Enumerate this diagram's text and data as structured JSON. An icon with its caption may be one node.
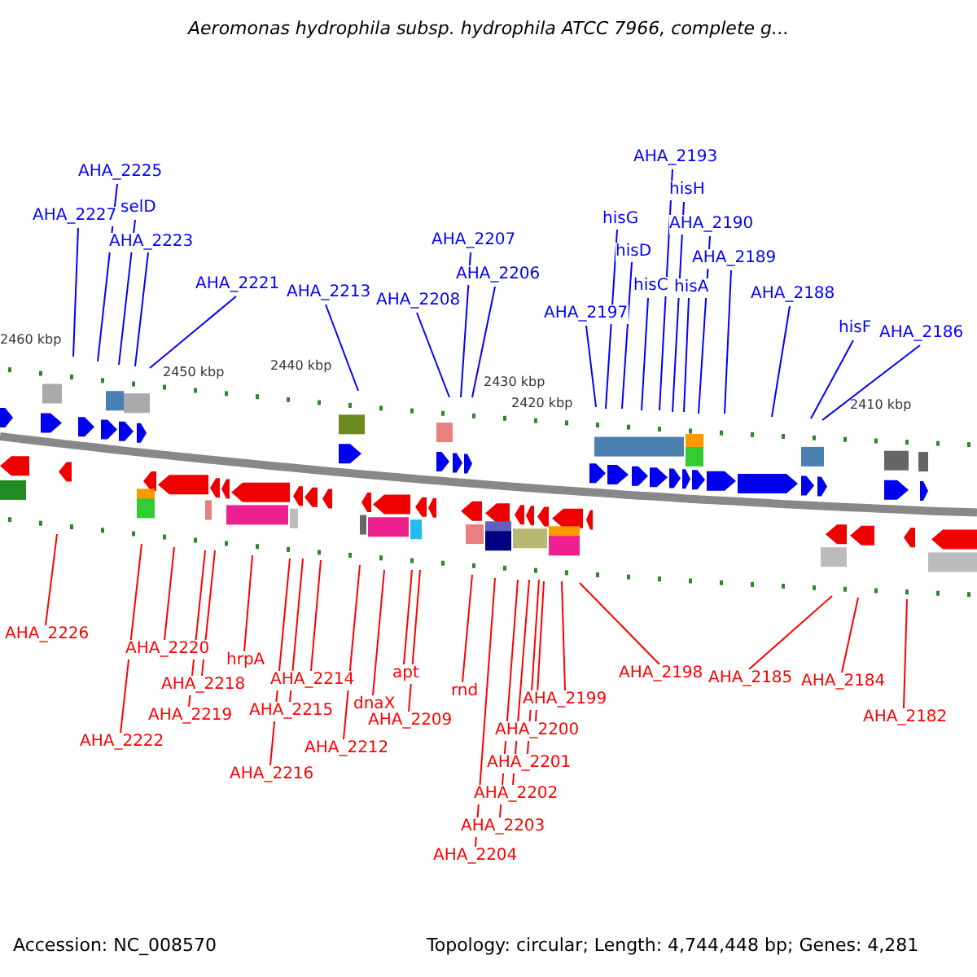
{
  "diagram": {
    "title": "Aeromonas hydrophila subsp. hydrophila ATCC 7966, complete g...",
    "nodes": [
      {
        "text": [
          "AHA_2193"
        ]
      },
      {
        "text": [
          "AHA_2225"
        ]
      },
      {
        "text": [
          "hisH"
        ]
      },
      {
        "text": [
          "selD"
        ]
      },
      {
        "text": [
          "AHA_2227"
        ]
      },
      {
        "text": [
          "hisG"
        ]
      },
      {
        "text": [
          "AHA_2190"
        ]
      },
      {
        "text": [
          "AHA_2207"
        ]
      },
      {
        "text": [
          "AHA_2223"
        ]
      },
      {
        "text": [
          "hisD"
        ]
      },
      {
        "text": [
          "AHA_2189"
        ]
      },
      {
        "text": [
          "AHA_2206"
        ]
      },
      {
        "text": [
          "AHA_2221"
        ]
      },
      {
        "text": [
          "hisC"
        ]
      },
      {
        "text": [
          "hisA"
        ]
      },
      {
        "text": [
          "AHA_2213"
        ]
      },
      {
        "text": [
          "AHA_2188"
        ]
      },
      {
        "text": [
          "AHA_2208"
        ]
      },
      {
        "text": [
          "AHA_2197"
        ]
      },
      {
        "text": [
          "hisF"
        ]
      },
      {
        "text": [
          "AHA_2186"
        ]
      },
      {
        "text": [
          "AHA_2226"
        ]
      },
      {
        "text": [
          "AHA_2220"
        ]
      },
      {
        "text": [
          "hrpA"
        ]
      },
      {
        "text": [
          "AHA_2198"
        ]
      },
      {
        "text": [
          "AHA_2185"
        ]
      },
      {
        "text": [
          "apt"
        ]
      },
      {
        "text": [
          "AHA_2214"
        ]
      },
      {
        "text": [
          "AHA_2184"
        ]
      },
      {
        "text": [
          "AHA_2218"
        ]
      },
      {
        "text": [
          "rnd"
        ]
      },
      {
        "text": [
          "AHA_2199"
        ]
      },
      {
        "text": [
          "dnaX"
        ]
      },
      {
        "text": [
          "AHA_2215"
        ]
      },
      {
        "text": [
          "AHA_2219"
        ]
      },
      {
        "text": [
          "AHA_2182"
        ]
      },
      {
        "text": [
          "AHA_2209"
        ]
      },
      {
        "text": [
          "AHA_2200"
        ]
      },
      {
        "text": [
          "AHA_2222"
        ]
      },
      {
        "text": [
          "AHA_2212"
        ]
      },
      {
        "text": [
          "AHA_2201"
        ]
      },
      {
        "text": [
          "AHA_2216"
        ]
      },
      {
        "text": [
          "AHA_2202"
        ]
      },
      {
        "text": [
          "AHA_2203"
        ]
      },
      {
        "text": [
          "AHA_2204"
        ]
      }
    ],
    "edges": [
      {
        "from": 0,
        "to": null,
        "arrow": "none",
        "color": "#0000ff"
      },
      {
        "from": 1,
        "to": null,
        "arrow": "none",
        "color": "#0000ff"
      },
      {
        "from": 2,
        "to": null,
        "arrow": "none",
        "color": "#0000ff"
      },
      {
        "from": 3,
        "to": null,
        "arrow": "none",
        "color": "#0000ff"
      },
      {
        "from": 4,
        "to": null,
        "arrow": "none",
        "color": "#0000ff"
      },
      {
        "from": 5,
        "to": null,
        "arrow": "none",
        "color": "#0000ff"
      },
      {
        "from": 6,
        "to": null,
        "arrow": "none",
        "color": "#0000ff"
      },
      {
        "from": 7,
        "to": null,
        "arrow": "none",
        "color": "#0000ff"
      },
      {
        "from": 8,
        "to": null,
        "arrow": "none",
        "color": "#0000ff"
      },
      {
        "from": 9,
        "to": null,
        "arrow": "none",
        "color": "#0000ff"
      },
      {
        "from": 10,
        "to": null,
        "arrow": "none",
        "color": "#0000ff"
      },
      {
        "from": 11,
        "to": null,
        "arrow": "none",
        "color": "#0000ff"
      },
      {
        "from": 12,
        "to": null,
        "arrow": "none",
        "color": "#0000ff"
      },
      {
        "from": 13,
        "to": null,
        "arrow": "none",
        "color": "#0000ff"
      },
      {
        "from": 14,
        "to": null,
        "arrow": "none",
        "color": "#0000ff"
      },
      {
        "from": 15,
        "to": null,
        "arrow": "none",
        "color": "#0000ff"
      },
      {
        "from": 16,
        "to": null,
        "arrow": "none",
        "color": "#0000ff"
      },
      {
        "from": 17,
        "to": null,
        "arrow": "none",
        "color": "#0000ff"
      },
      {
        "from": 18,
        "to": null,
        "arrow": "none",
        "color": "#0000ff"
      },
      {
        "from": 19,
        "to": null,
        "arrow": "none",
        "color": "#0000ff"
      },
      {
        "from": 20,
        "to": null,
        "arrow": "none",
        "color": "#0000ff"
      },
      {
        "from": 21,
        "to": null,
        "arrow": "none"
      },
      {
        "from": 22,
        "to": null,
        "arrow": "none"
      },
      {
        "from": 23,
        "to": null,
        "arrow": "none"
      },
      {
        "from": 24,
        "to": null,
        "arrow": "none"
      },
      {
        "from": 25,
        "to": null,
        "arrow": "none"
      },
      {
        "from": 26,
        "to": null,
        "arrow": "none"
      },
      {
        "from": 27,
        "to": null,
        "arrow": "none"
      },
      {
        "from": 28,
        "to": null,
        "arrow": "none"
      },
      {
        "from": 29,
        "to": null,
        "arrow": "none"
      },
      {
        "from": 30,
        "to": null,
        "arrow": "none"
      },
      {
        "from": 31,
        "to": null,
        "arrow": "none"
      },
      {
        "from": 32,
        "to": null,
        "arrow": "none"
      },
      {
        "from": 33,
        "to": null,
        "arrow": "none"
      },
      {
        "from": 34,
        "to": null,
        "arrow": "none"
      },
      {
        "from": 35,
        "to": null,
        "arrow": "none"
      },
      {
        "from": 36,
        "to": null,
        "arrow": "none"
      },
      {
        "from": 37,
        "to": null,
        "arrow": "none"
      },
      {
        "from": 38,
        "to": null,
        "arrow": "none"
      },
      {
        "from": 39,
        "to": null,
        "arrow": "none"
      },
      {
        "from": 40,
        "to": null,
        "arrow": "none"
      },
      {
        "from": 41,
        "to": null,
        "arrow": "none"
      },
      {
        "from": 42,
        "to": null,
        "arrow": "none"
      },
      {
        "from": 43,
        "to": null,
        "arrow": "none"
      },
      {
        "from": 44,
        "to": null,
        "arrow": "none"
      }
    ],
    "labels": [
      "2460 kbp",
      "2450 kbp",
      "2440 kbp",
      "2430 kbp",
      "2420 kbp",
      "2410 kbp",
      "Accession: NC_008570",
      "Topology: circular; Length: 4,744,448 bp; Genes: 4,281"
    ]
  }
}
